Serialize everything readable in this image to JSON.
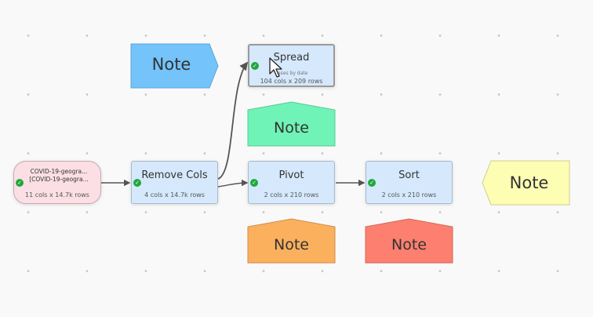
{
  "canvas": {
    "background": "#f9f9f9",
    "dot_color": "#c4c4c4"
  },
  "nodes": {
    "source": {
      "name_line1": "COVID-19-geogra...",
      "name_line2": "[COVID-19-geogra...",
      "stats": "11 cols x 14.7k rows",
      "color": "#fbdfe5"
    },
    "remove_cols": {
      "title": "Remove Cols",
      "stats": "4 cols x 14.7k rows"
    },
    "spread": {
      "title": "Spread",
      "subtitle": "cases by date",
      "stats": "104 cols x 209 rows"
    },
    "pivot": {
      "title": "Pivot",
      "stats": "2 cols x 210 rows"
    },
    "sort": {
      "title": "Sort",
      "stats": "2 cols x 210 rows"
    },
    "node_color": "#d5e8fc",
    "status_color": "#1fa83b",
    "status_icon": "check-circle-icon"
  },
  "notes": {
    "blue": {
      "label": "Note",
      "color": "#74c3fb"
    },
    "green": {
      "label": "Note",
      "color": "#70f3b6"
    },
    "yellow": {
      "label": "Note",
      "color": "#fdfdb4"
    },
    "orange": {
      "label": "Note",
      "color": "#fbb05e"
    },
    "red": {
      "label": "Note",
      "color": "#fc7f6f"
    }
  },
  "cursor": {
    "icon": "mouse-pointer-icon"
  }
}
